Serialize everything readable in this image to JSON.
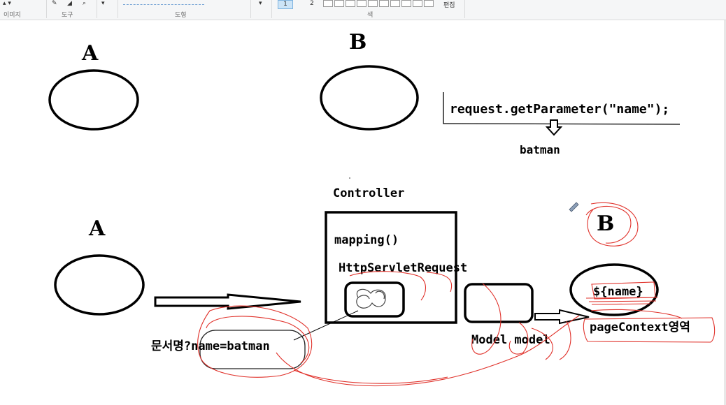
{
  "ribbon": {
    "group_image": "이미지",
    "group_tools": "도구",
    "group_shapes": "도형",
    "group_colors": "색",
    "edit_colors": "편집",
    "size_1": "1",
    "size_2": "2"
  },
  "diagram": {
    "top": {
      "label_a": "A",
      "label_b": "B",
      "code": "request.getParameter(\"name\");",
      "result": "batman"
    },
    "bottom": {
      "label_a": "A",
      "label_b": "B",
      "controller_title": "Controller",
      "mapping": "mapping()",
      "request_label": "HttpServletRequest",
      "query": "문서명?name=batman",
      "model_label": "Model model",
      "el_expr": "${name}",
      "scope_label": "pageContext영역"
    }
  }
}
